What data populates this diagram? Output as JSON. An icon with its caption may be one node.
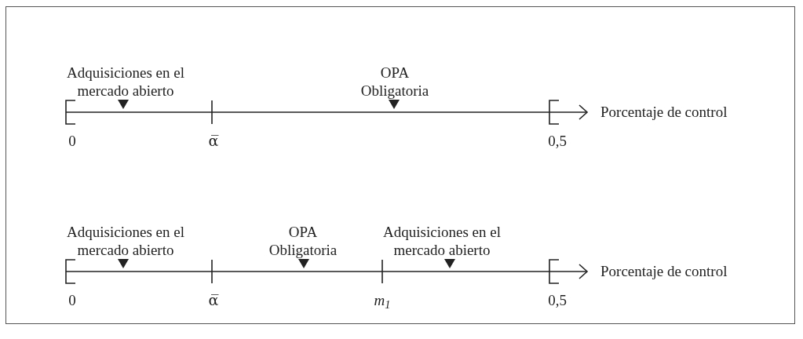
{
  "diagram": {
    "labels": [
      "Adquisiciones en el mercado abierto",
      "OPA Obligatoria",
      "Porcentaje de control",
      "0",
      "α̅",
      "0,5",
      "Adquisiciones en el mercado abierto",
      "OPA Obligatoria",
      "Adquisiciones en el mercado abierto",
      "Porcentaje de control",
      "0",
      "α̅",
      "m$_{1}$",
      "0,5"
    ]
  }
}
